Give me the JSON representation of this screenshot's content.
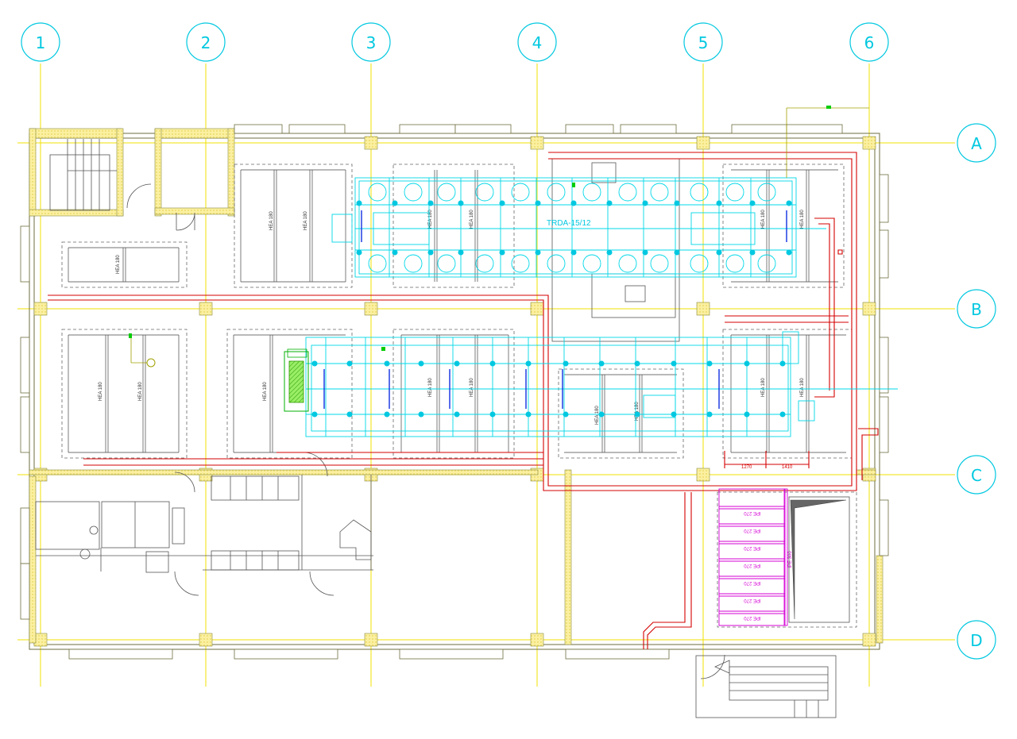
{
  "grid": {
    "columns": [
      "1",
      "2",
      "3",
      "4",
      "5",
      "6"
    ],
    "rows": [
      "A",
      "B",
      "C",
      "D"
    ]
  },
  "beams": {
    "hea": "HEA 180",
    "ipe": "IPE 270",
    "ipe_vertical": "IPE 300"
  },
  "equipment": {
    "unit_label": "TRDA-15/12"
  },
  "dimensions": {
    "d1": "1270",
    "d2": "1410"
  },
  "colors": {
    "grid": "#f0e000",
    "bubble": "#00c8e0",
    "wall": "#7a7a50",
    "hatch": "#f5e47a",
    "duct": "#d40000",
    "equipment": "#00d8e8",
    "beam_ipe": "#d400d4",
    "green_unit": "#00cc00"
  }
}
